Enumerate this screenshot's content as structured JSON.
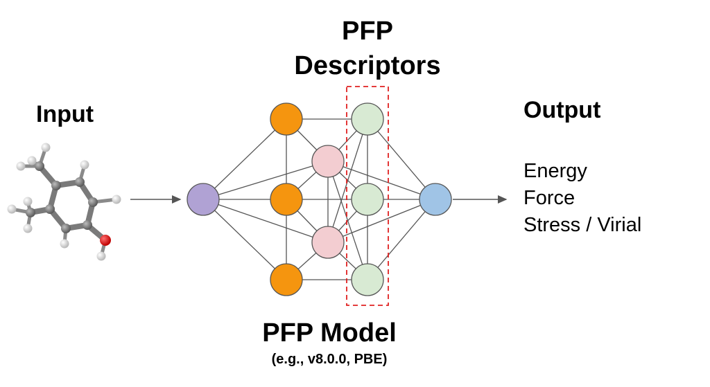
{
  "labels": {
    "input": "Input",
    "descriptors_line1": "PFP",
    "descriptors_line2": "Descriptors",
    "output": "Output",
    "model": "PFP Model",
    "model_version": "(e.g., v8.0.0, PBE)"
  },
  "outputs": [
    "Energy",
    "Force",
    "Stress / Virial"
  ],
  "colors": {
    "input_node": "#b0a2d4",
    "orange_node": "#f5950f",
    "pink_node": "#f3cdd1",
    "green_node": "#d8ead3",
    "output_node": "#a0c4e6",
    "edge": "#555555",
    "descriptor_box": "#e02020",
    "oxygen_atom": "#e21010",
    "carbon_atom": "#777777",
    "hydrogen_atom": "#f0f0f0"
  }
}
